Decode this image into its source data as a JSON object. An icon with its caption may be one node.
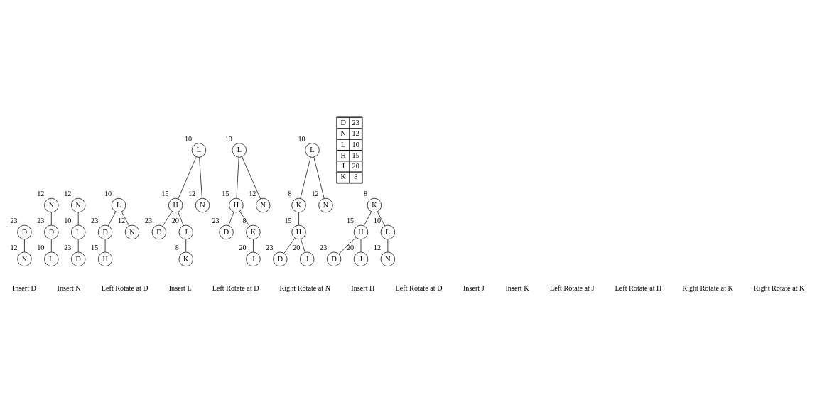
{
  "diagram": {
    "nodes": [
      {
        "text": [
          "D"
        ],
        "beside": [
          "23"
        ]
      },
      {
        "text": [
          "N"
        ],
        "beside": [
          "12"
        ]
      },
      {
        "text": [
          "N"
        ],
        "beside": [
          "12"
        ]
      },
      {
        "text": [
          "D"
        ],
        "beside": [
          "23"
        ]
      },
      {
        "text": [
          "L"
        ],
        "beside": [
          "10"
        ]
      },
      {
        "text": [
          "N"
        ],
        "beside": [
          "12"
        ]
      },
      {
        "text": [
          "L"
        ],
        "beside": [
          "10"
        ]
      },
      {
        "text": [
          "D"
        ],
        "beside": [
          "23"
        ]
      },
      {
        "text": [
          "L"
        ],
        "beside": [
          "10"
        ]
      },
      {
        "text": [
          "D"
        ],
        "beside": [
          "23"
        ]
      },
      {
        "text": [
          "N"
        ],
        "beside": [
          "12"
        ]
      },
      {
        "text": [
          "H"
        ],
        "beside": [
          "15"
        ]
      },
      {
        "text": [
          "L"
        ],
        "beside": [
          "10"
        ]
      },
      {
        "text": [
          "H"
        ],
        "beside": [
          "15"
        ]
      },
      {
        "text": [
          "N"
        ],
        "beside": [
          "12"
        ]
      },
      {
        "text": [
          "D"
        ],
        "beside": [
          "23"
        ]
      },
      {
        "text": [
          "J"
        ],
        "beside": [
          "20"
        ]
      },
      {
        "text": [
          "K"
        ],
        "beside": [
          "8"
        ]
      },
      {
        "text": [
          "L"
        ],
        "beside": [
          "10"
        ]
      },
      {
        "text": [
          "H"
        ],
        "beside": [
          "15"
        ]
      },
      {
        "text": [
          "N"
        ],
        "beside": [
          "12"
        ]
      },
      {
        "text": [
          "D"
        ],
        "beside": [
          "23"
        ]
      },
      {
        "text": [
          "K"
        ],
        "beside": [
          "8"
        ]
      },
      {
        "text": [
          "J"
        ],
        "beside": [
          "20"
        ]
      },
      {
        "text": [
          "L"
        ],
        "beside": [
          "10"
        ]
      },
      {
        "text": [
          "K"
        ],
        "beside": [
          "8"
        ]
      },
      {
        "text": [
          "N"
        ],
        "beside": [
          "12"
        ]
      },
      {
        "text": [
          "H"
        ],
        "beside": [
          "15"
        ]
      },
      {
        "text": [
          "D"
        ],
        "beside": [
          "23"
        ]
      },
      {
        "text": [
          "J"
        ],
        "beside": [
          "20"
        ]
      },
      {
        "text": [
          "K"
        ],
        "beside": [
          "8"
        ]
      },
      {
        "text": [
          "H"
        ],
        "beside": [
          "15"
        ]
      },
      {
        "text": [
          "L"
        ],
        "beside": [
          "10"
        ]
      },
      {
        "text": [
          "D"
        ],
        "beside": [
          "23"
        ]
      },
      {
        "text": [
          "J"
        ],
        "beside": [
          "20"
        ]
      },
      {
        "text": [
          "N"
        ],
        "beside": [
          "12"
        ]
      }
    ],
    "edges": [
      {
        "from": 0,
        "to": 1,
        "arrow": "none"
      },
      {
        "from": 2,
        "to": 3,
        "arrow": "none"
      },
      {
        "from": 3,
        "to": 4,
        "arrow": "none"
      },
      {
        "from": 5,
        "to": 6,
        "arrow": "none"
      },
      {
        "from": 6,
        "to": 7,
        "arrow": "none"
      },
      {
        "from": 8,
        "to": 9,
        "arrow": "none"
      },
      {
        "from": 8,
        "to": 10,
        "arrow": "none"
      },
      {
        "from": 9,
        "to": 11,
        "arrow": "none"
      },
      {
        "from": 12,
        "to": 13,
        "arrow": "none"
      },
      {
        "from": 12,
        "to": 14,
        "arrow": "none"
      },
      {
        "from": 13,
        "to": 15,
        "arrow": "none"
      },
      {
        "from": 13,
        "to": 16,
        "arrow": "none"
      },
      {
        "from": 16,
        "to": 17,
        "arrow": "none"
      },
      {
        "from": 18,
        "to": 19,
        "arrow": "none"
      },
      {
        "from": 18,
        "to": 20,
        "arrow": "none"
      },
      {
        "from": 19,
        "to": 21,
        "arrow": "none"
      },
      {
        "from": 19,
        "to": 22,
        "arrow": "none"
      },
      {
        "from": 22,
        "to": 23,
        "arrow": "none"
      },
      {
        "from": 24,
        "to": 25,
        "arrow": "none"
      },
      {
        "from": 24,
        "to": 26,
        "arrow": "none"
      },
      {
        "from": 25,
        "to": 27,
        "arrow": "none"
      },
      {
        "from": 27,
        "to": 28,
        "arrow": "none"
      },
      {
        "from": 27,
        "to": 29,
        "arrow": "none"
      },
      {
        "from": 30,
        "to": 31,
        "arrow": "none"
      },
      {
        "from": 30,
        "to": 32,
        "arrow": "none"
      },
      {
        "from": 31,
        "to": 33,
        "arrow": "none"
      },
      {
        "from": 31,
        "to": 34,
        "arrow": "none"
      },
      {
        "from": 32,
        "to": 35,
        "arrow": "none"
      }
    ],
    "labels": [
      "D",
      "23",
      "N",
      "12",
      "L",
      "10",
      "H",
      "15",
      "J",
      "20",
      "K",
      "8",
      "Insert D",
      "Insert N",
      "Left Rotate at D",
      "Insert L",
      "Left Rotate at D",
      "Right Rotate at N",
      "Insert H",
      "Left Rotate at D",
      "Insert J",
      "Insert K",
      "Left Rotate at J",
      "Left Rotate at H",
      "Right Rotate at K",
      "Right Rotate at K"
    ]
  }
}
